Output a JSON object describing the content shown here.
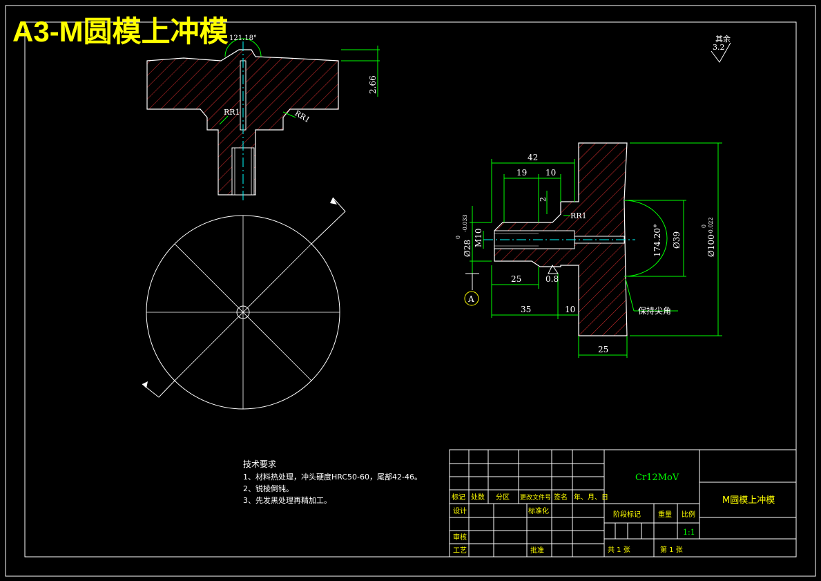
{
  "title": "A3-M圆模上冲模",
  "colors": {
    "background": "#000000",
    "outline": "#ffffff",
    "dimension": "#00ff00",
    "section": "#ff3333",
    "center": "#00ffff",
    "title_text": "#ffff00",
    "table": "#ffffff"
  },
  "top_view": {
    "angle_label": "121.18°",
    "dim_height": "2.66",
    "radius_left": "RR1",
    "radius_right": "RR1"
  },
  "side_view": {
    "dim_42": "42",
    "dim_19": "19",
    "dim_10_top": "10",
    "dim_2": "2",
    "radius": "RR1",
    "thread": "M10",
    "dia_28": "Ø28",
    "tol_28_upper": "0",
    "tol_28_lower": "-0.033",
    "dim_25_left": "25",
    "dim_08": "0.8",
    "dim_35": "35",
    "dim_10_bottom": "10",
    "dim_25_bottom": "25",
    "angle": "174.20°",
    "dia_39": "Ø39",
    "dia_100": "Ø100",
    "tol_100_upper": "0",
    "tol_100_lower": "-0.022",
    "datum": "A",
    "sharp_note": "保持尖角"
  },
  "roughness": {
    "note": "其余",
    "value": "3.2"
  },
  "tech_req": {
    "heading": "技术要求",
    "items": [
      "1、材料热处理，冲头硬度HRC50-60，尾部42-46。",
      "2、锐棱倒钝。",
      "3、先发黑处理再精加工。"
    ]
  },
  "title_block": {
    "material": "Cr12MoV",
    "part_name": "M圆模上冲模",
    "col_headers": [
      "标记",
      "处数",
      "分区",
      "更改文件号",
      "签名",
      "年、月、日"
    ],
    "design": "设计",
    "standardize": "标准化",
    "review": "审核",
    "process": "工艺",
    "approve": "批准",
    "stage_mark": "阶段标记",
    "weight": "重量",
    "scale_label": "比例",
    "scale": "1:1",
    "total_sheets": "共  1  张",
    "sheet_no": "第  1  张"
  }
}
